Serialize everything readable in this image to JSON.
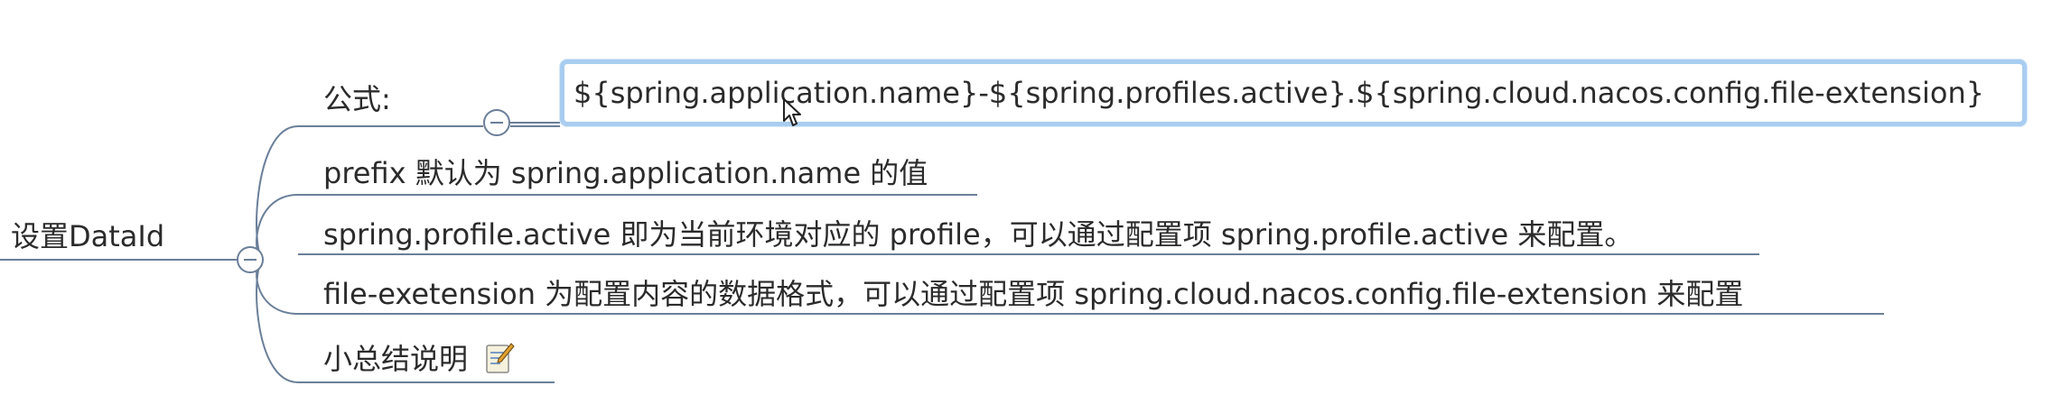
{
  "mindmap": {
    "root_label": "设置DataId",
    "formula_label": "公式:",
    "formula": "${spring.application.name}-${spring.profiles.active}.${spring.cloud.nacos.config.file-extension}",
    "children": [
      "prefix 默认为 spring.application.name 的值",
      "spring.profile.active 即为当前环境对应的 profile，可以通过配置项 spring.profile.active 来配置。",
      "file-exetension 为配置内容的数据格式，可以通过配置项 spring.cloud.nacos.config.file-extension 来配置",
      "小总结说明"
    ]
  },
  "icons": {
    "summary_note": "memo-icon",
    "collapse": "collapse-minus-icon"
  },
  "colors": {
    "connector": "#6b7f99",
    "selection_border": "#a9cdf0",
    "text": "#2b2b2b"
  }
}
